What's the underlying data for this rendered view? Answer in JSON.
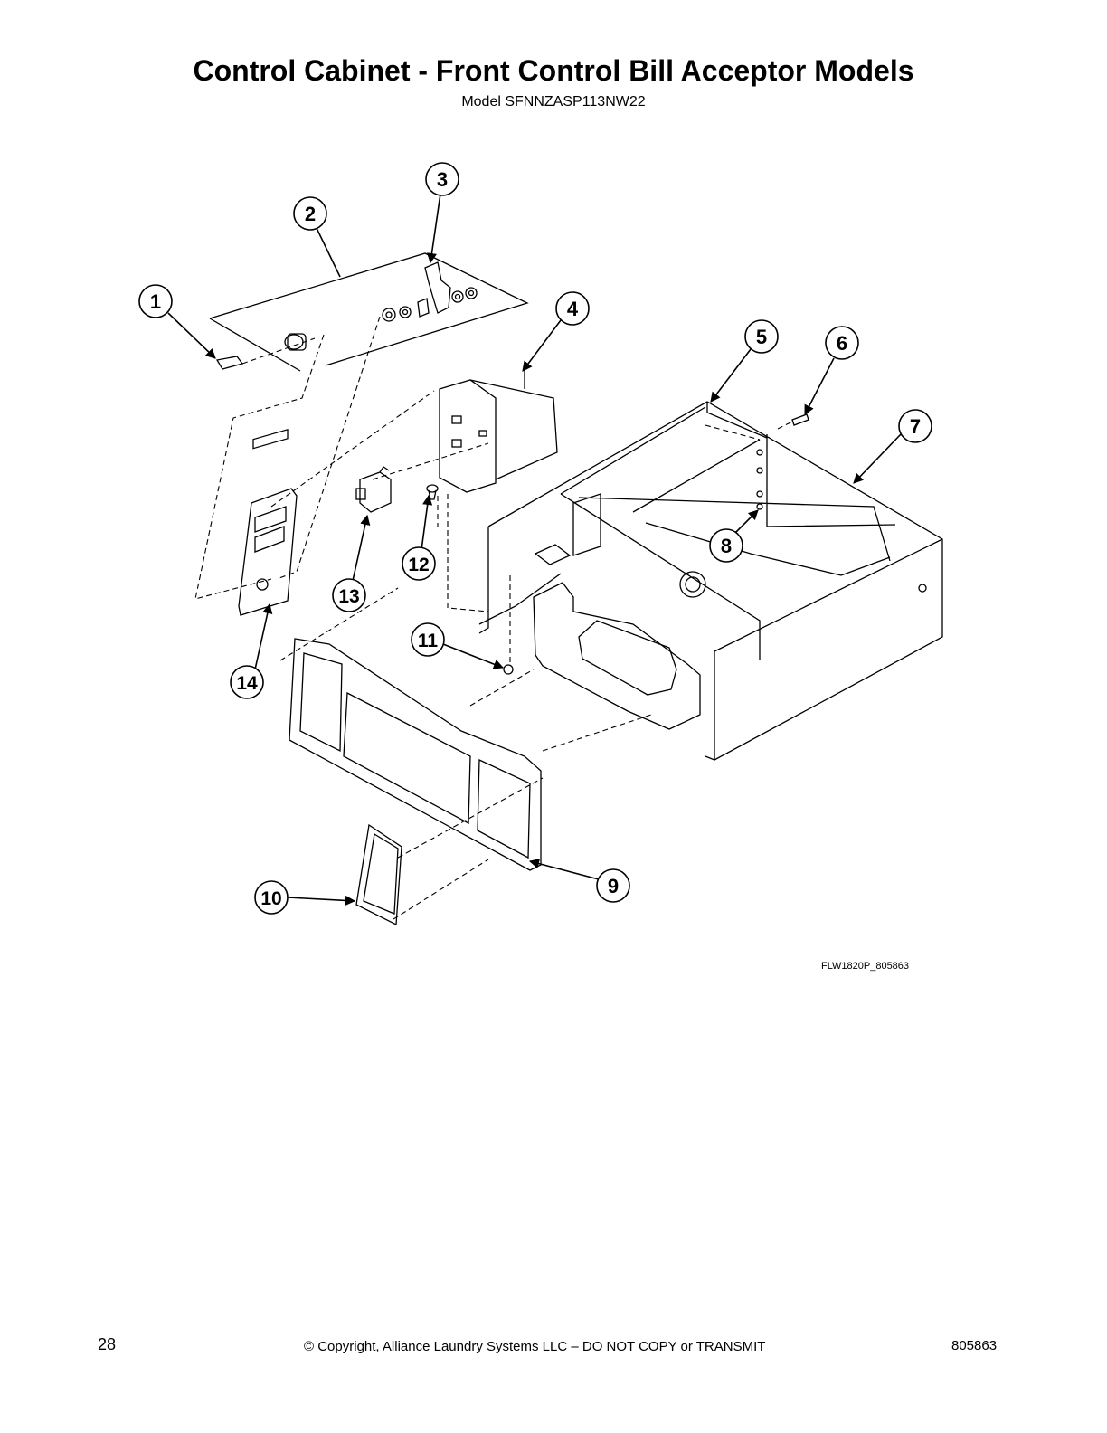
{
  "header": {
    "title": "Control Cabinet - Front Control Bill Acceptor Models",
    "subtitle": "Model SFNNZASP113NW22"
  },
  "diagram": {
    "callouts": [
      "1",
      "2",
      "3",
      "4",
      "5",
      "6",
      "7",
      "8",
      "9",
      "10",
      "11",
      "12",
      "13",
      "14"
    ],
    "drawing_code": "FLW1820P_805863"
  },
  "footer": {
    "page_number": "28",
    "copyright": "© Copyright, Alliance Laundry Systems LLC – DO NOT COPY or TRANSMIT",
    "document_number": "805863"
  }
}
